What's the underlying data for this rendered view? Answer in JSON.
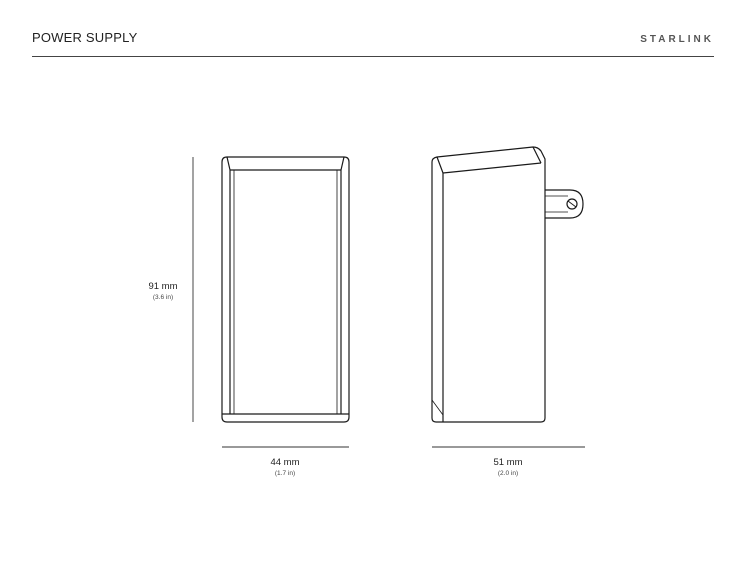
{
  "header": {
    "title": "POWER SUPPLY",
    "brand": "STARLINK"
  },
  "dimensions": {
    "height": {
      "value": "91 mm",
      "imperial": "(3.6 in)"
    },
    "width": {
      "value": "44 mm",
      "imperial": "(1.7 in)"
    },
    "depth": {
      "value": "51 mm",
      "imperial": "(2.0 in)"
    }
  }
}
